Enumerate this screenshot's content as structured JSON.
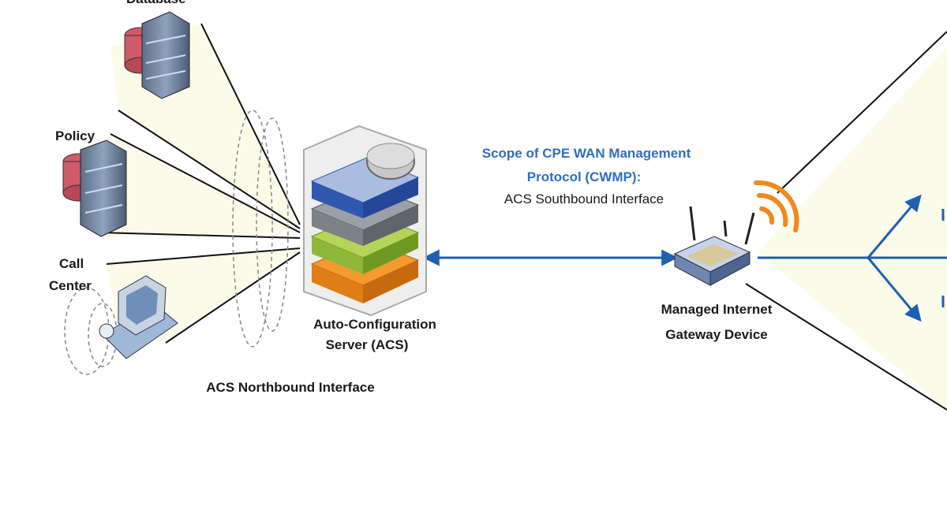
{
  "labels": {
    "database": "Database",
    "policy": "Policy",
    "call_center_line1": "Call",
    "call_center_line2": "Center",
    "acs_line1": "Auto-Configuration",
    "acs_line2": "Server (ACS)",
    "northbound": "ACS Northbound Interface",
    "scope_line1": "Scope of CPE WAN Management",
    "scope_line2": "Protocol (CWMP):",
    "southbound": "ACS Southbound Interface",
    "gateway_line1": "Managed Internet",
    "gateway_line2": "Gateway Device"
  },
  "colors": {
    "scope_text": "#2f6fc0",
    "protocol_line": "#1f5fb0",
    "wifi_signal": "#f08a1c",
    "shaded_area": "#fbfbea",
    "server_body": "#6f7f94",
    "database_red": "#d05a6a"
  },
  "icons": {
    "database": "database-server-icon",
    "policy": "policy-server-icon",
    "call_center": "call-center-workstation-icon",
    "acs": "acs-server-stack-icon",
    "gateway": "wireless-router-icon"
  }
}
